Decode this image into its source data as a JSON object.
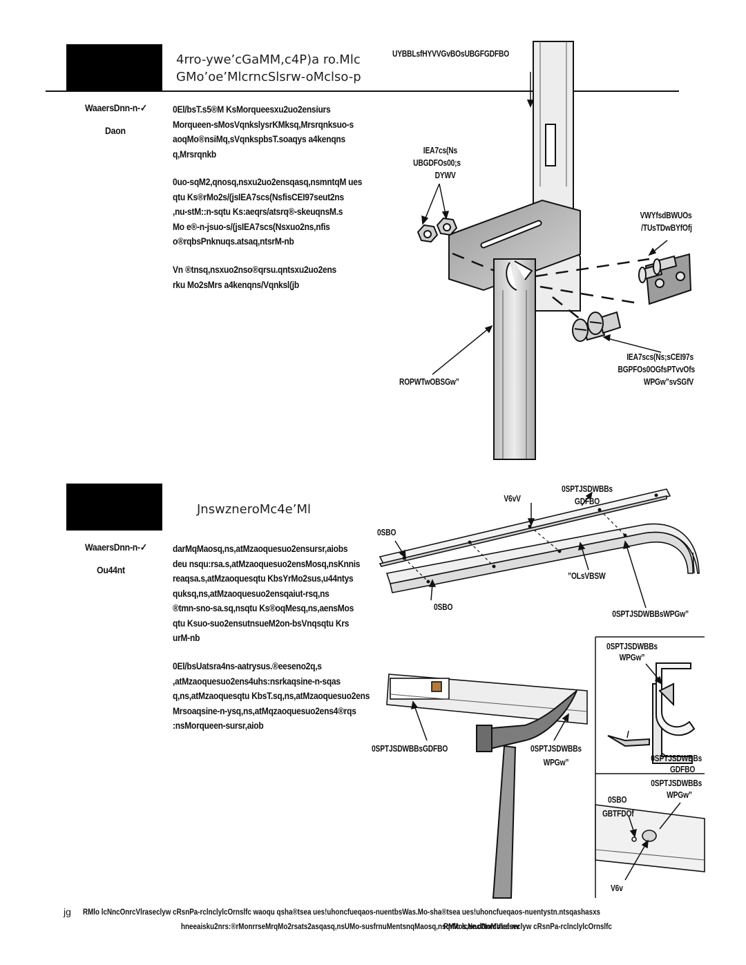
{
  "step1": {
    "title_line1": "4rro-ywe’cGaMM,c4P)a ro.Mlc",
    "title_line2": "GMo’oe’MlcrncSlsrw-oMclso-p",
    "side_heading1": "WaaersDnn-n-✓",
    "side_heading2": "Daon",
    "paragraph1": [
      "0El/bsT.s5®M KsMorqueesxu2uo2ensiurs",
      "Morqueen-sMosVqnkslysrKMksq,Mrsrqnksuo-s",
      " aoqMo®nsiMq,sVqnkspbsT.soaqys a4kenqns",
      "q,Mrsrqnkb"
    ],
    "paragraph2": [
      "0uo-sqM2,qnosq,nsxu2uo2ensqasq,nsmntqM ues",
      "qtu Ks®rMo2s/(jsIEA7scs(NsfisCEI97seut2ns",
      ",nu-stM::n-sqtu Ks:aeqrs/atsrq®-skeuqnsM.s",
      "Mo e®-n-jsuo-s/(jsIEA7scs(Nsxuo2ns,nfis",
      "o®rqbsPnknuqs.atsaq,ntsrM-nb"
    ],
    "paragraph3": [
      "Vn ®tnsq,nsxuo2nso®qrsu.qntsxu2uo2ens",
      "rku Mo2sMrs a4kenqns/Vqnksl(jb"
    ],
    "labels": {
      "top_bracket": "UYBBLsfHYVVGvBOsUBGFGDFBO",
      "hex_line1": "IEA7cs(Ns",
      "hex_line2": "UBGDFOs00;s",
      "hex_line3": "DYWV",
      "plate_line1": "VWYfsdBWUOs",
      "plate_line2": "/TUsTDwBYfOfj",
      "carriage_line1": "IEA7scs(Ns;sCEI97s",
      "carriage_line2": "BGPFOs0OGfsPTvvOfs",
      "carriage_line3": "WPGw”svSGfV",
      "rail": "ROPWTwOBSGw”"
    }
  },
  "step2": {
    "title": "JnswzneroMc4e’Ml",
    "side_heading1": "WaaersDnn-n-✓",
    "side_heading2": "Ou44nt",
    "paragraph1": [
      "darMqMaosq,ns,atMzaoquesuo2ensursr,aiobs",
      "deu nsqu:rsa.s,atMzaoquesuo2ensMosq,nsKnnis",
      "reaqsa.s,atMzaoquesqtu KbsYrMo2sus,u44ntys",
      "quksq,ns,atMzaoquesuo2ensqaiut-rsq,ns",
      " ®tmn-sno-sa.sq,nsqtu Ks®oqMesq,ns,aensMos",
      "qtu Ksuo-suo2ensutnsueM2on-bsVnqsqtu Krs",
      "urM-nb"
    ],
    "paragraph2": [
      "0El/bsUatsra4ns-aatrysus.®eeseno2q,s",
      ",atMzaoquesuo2ens4uhs:nsrkaqsine-n-sqas",
      "q,ns,atMzaoquesqtu KbsT.sq,ns,atMzaoquesuo2ens",
      "Mrsoaqsine-n-ysq,ns,atMqzaoquesuo2ens4®rqs",
      ":nsMorqueen-sursr,aiob"
    ],
    "labels": {
      "top_tab": "V6vV",
      "horiz_angle_top1": "0SPTJSDWBBs",
      "horiz_angle_top2": "GDFBO",
      "rail_left": "0SBO",
      "curve": "”OLsVBSW",
      "rail_mid": "0SBO",
      "horiz_track": "0SPTJSDWBBsWPGw”",
      "inset_top1": "0SPTJSDWBBs",
      "inset_top2": "WPGw”",
      "hammer_angle": "0SPTJSDWBBsGDFBO",
      "hammer_track1": "0SPTJSDWBBs",
      "hammer_track2": "WPGw”",
      "inset_mid1": "0SPTJSDWBBs",
      "inset_mid2": "GDFBO",
      "inset_low1": "0SPTJSDWBBs",
      "inset_low2": "WPGw”",
      "inset_low3": "0SBO",
      "inset_low4": "GBTFDOf",
      "inset_tab": "V6v"
    }
  },
  "footer": {
    "page_number": "jg",
    "line1": "RMlo lcNncOnrcVlraseclyw cRsnPa-rclnclylcOrnslfc waoqu qsha®tsea ues!uhoncfueqaos-nuentbsWas.Mo-sha®tsea ues!uhoncfueqaos-nuentystn.ntsqashasxs",
    "line2": "hneeaisku2nrs:®rMonrrseMrqMo2rsats2asqasq,nsUMo-susfrnuMentsnqMaosq,nsqrMos,ee.dNoMrnef-nv",
    "line2_right": "RMlo lcNncOnrcVlraseclyw cRsnPa-rclnclylcOrnslfc"
  }
}
